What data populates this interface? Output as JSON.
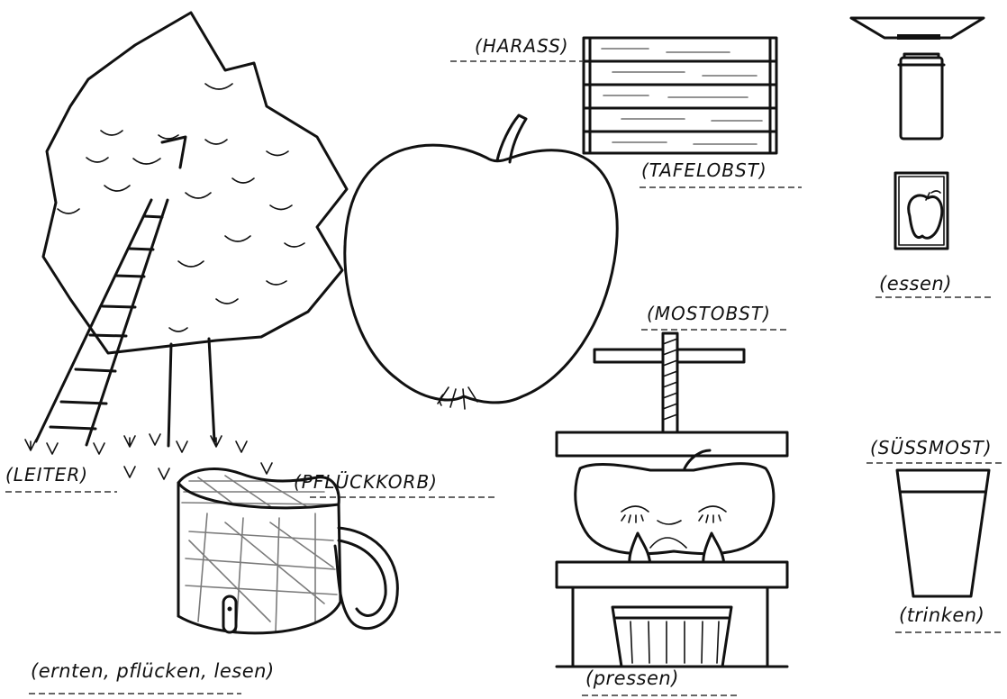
{
  "labels": {
    "harass": "(HARASS)",
    "tafelobst": "(TAFELOBST)",
    "essen": "(essen)",
    "mostobst": "(MOSTOBST)",
    "leiter": "(LEITER)",
    "pflueckkorb": "(PFLÜCKKORB)",
    "suessmost": "(SÜSSMOST)",
    "trinken": "(trinken)",
    "ernten": "(ernten, pflücken, lesen)",
    "pressen": "(pressen)"
  }
}
